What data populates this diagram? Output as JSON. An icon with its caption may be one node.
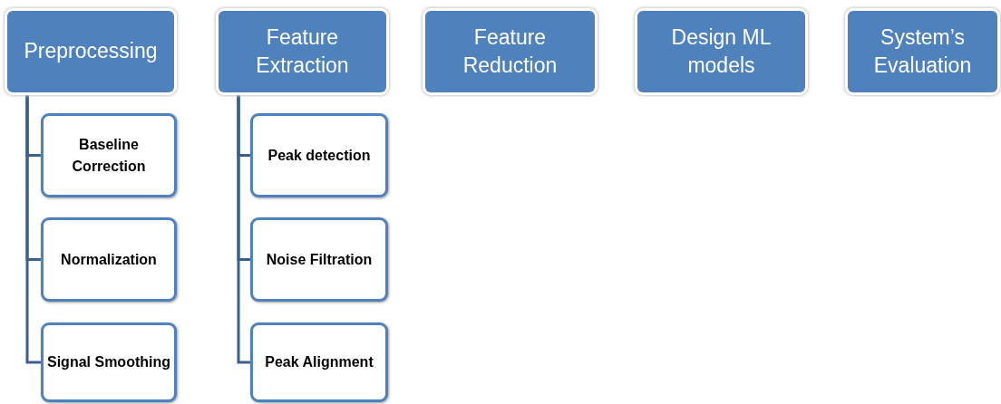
{
  "diagram": {
    "nodes": [
      {
        "text": [
          "Preprocessing"
        ]
      },
      {
        "text": [
          "Baseline Correction"
        ]
      },
      {
        "text": [
          "Normalization"
        ]
      },
      {
        "text": [
          "Signal Smoothing"
        ]
      },
      {
        "text": [
          "Feature Extraction"
        ]
      },
      {
        "text": [
          "Peak detection"
        ]
      },
      {
        "text": [
          "Noise Filtration"
        ]
      },
      {
        "text": [
          "Peak Alignment"
        ]
      },
      {
        "text": [
          "Feature Reduction"
        ]
      },
      {
        "text": [
          "Design ML models"
        ]
      },
      {
        "text": [
          "System’s Evaluation"
        ]
      }
    ],
    "edges": [
      {
        "from": 0,
        "to": 1,
        "arrow": "none"
      },
      {
        "from": 0,
        "to": 2,
        "arrow": "none"
      },
      {
        "from": 0,
        "to": 3,
        "arrow": "none"
      },
      {
        "from": 4,
        "to": 5,
        "arrow": "none"
      },
      {
        "from": 4,
        "to": 6,
        "arrow": "none"
      },
      {
        "from": 4,
        "to": 7,
        "arrow": "none"
      }
    ]
  }
}
